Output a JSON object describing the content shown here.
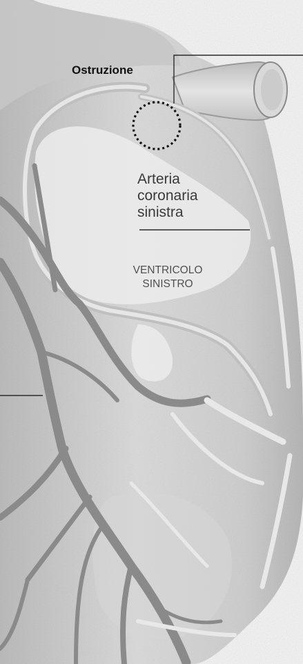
{
  "labels": {
    "obstruction": "Ostruzione",
    "artery_line1": "Arteria",
    "artery_line2": "coronaria",
    "artery_line3": "sinistra",
    "ventricle_line1": "VENTRICOLO",
    "ventricle_line2": "SINISTRO"
  },
  "colors": {
    "background": "#f3f3f3",
    "heart_fill": "#cfcfcf",
    "vessel": "#8e8e8e",
    "leader_line": "#2b2b2b",
    "obstruction_circle": "#111111"
  }
}
